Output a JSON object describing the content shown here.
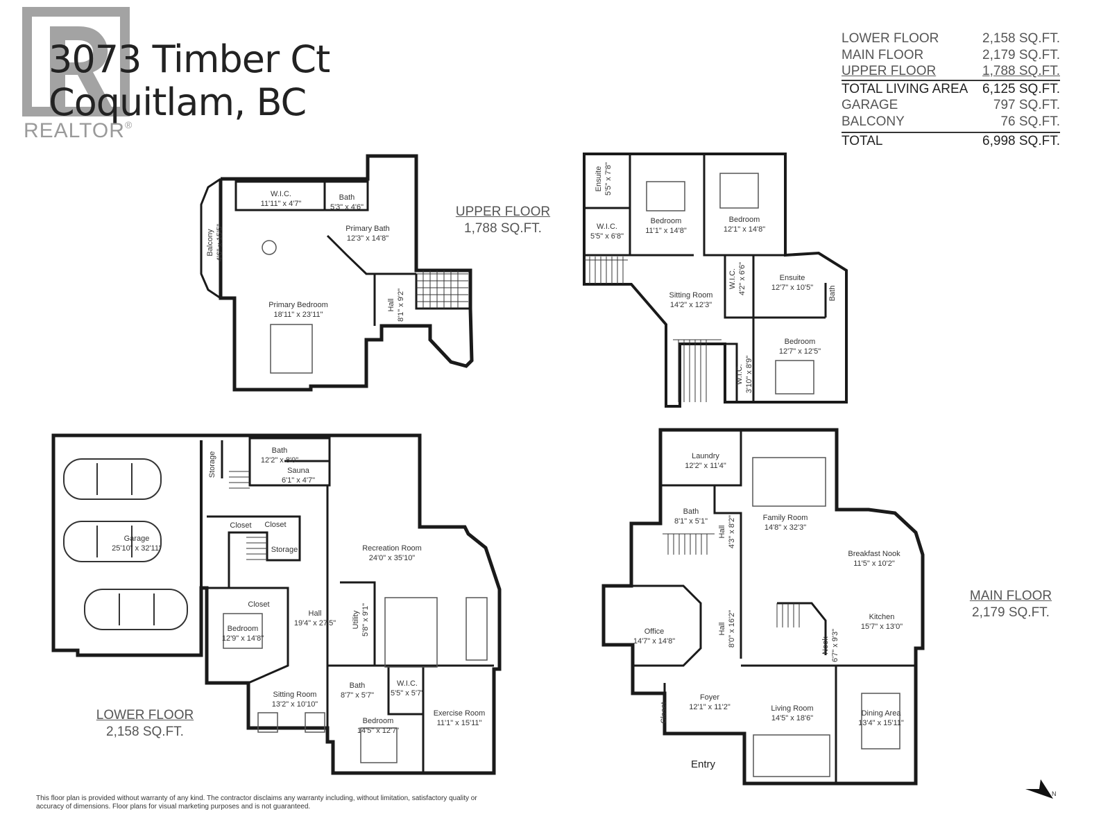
{
  "header": {
    "address_line1": "3073 Timber Ct",
    "address_line2": "Coquitlam, BC",
    "realtor_mark": "REALTOR"
  },
  "area_summary": [
    {
      "label": "LOWER FLOOR",
      "value": "2,158 SQ.FT."
    },
    {
      "label": "MAIN FLOOR",
      "value": "2,179 SQ.FT."
    },
    {
      "label": "UPPER FLOOR",
      "value": "1,788 SQ.FT."
    },
    {
      "label": "TOTAL LIVING AREA",
      "value": "6,125 SQ.FT."
    },
    {
      "label": "GARAGE",
      "value": "797 SQ.FT."
    },
    {
      "label": "BALCONY",
      "value": "76 SQ.FT."
    },
    {
      "label": "TOTAL",
      "value": "6,998 SQ.FT."
    }
  ],
  "floor_labels": {
    "upper": {
      "name": "UPPER  FLOOR",
      "area": "1,788 SQ.FT."
    },
    "lower": {
      "name": "LOWER FLOOR",
      "area": "2,158 SQ.FT."
    },
    "main": {
      "name": "MAIN FLOOR",
      "area": "2,179 SQ.FT."
    }
  },
  "rooms": {
    "upper_left": [
      {
        "name": "W.I.C.",
        "dim": "11'11\" x 4'7\""
      },
      {
        "name": "Bath",
        "dim": "5'3\" x 4'6\""
      },
      {
        "name": "Primary Bath",
        "dim": "12'3\" x 14'8\""
      },
      {
        "name": "Balcony",
        "dim": "4'6\" x 15'5\""
      },
      {
        "name": "Primary Bedroom",
        "dim": "18'11\" x 23'11\""
      },
      {
        "name": "Hall",
        "dim": "8'1\" x 9'2\""
      }
    ],
    "upper_right": [
      {
        "name": "Ensuite",
        "dim": "5'5\" x 7'8\""
      },
      {
        "name": "W.I.C.",
        "dim": "5'5\" x 6'8\""
      },
      {
        "name": "Bedroom",
        "dim": "11'1\" x 14'8\""
      },
      {
        "name": "Bedroom",
        "dim": "12'1\" x 14'8\""
      },
      {
        "name": "W.I.C.",
        "dim": "4'2\" x 6'6\""
      },
      {
        "name": "Ensuite",
        "dim": "12'7\" x 10'5\""
      },
      {
        "name": "Bath",
        "dim": ""
      },
      {
        "name": "Sitting Room",
        "dim": "14'2\" x 12'3\""
      },
      {
        "name": "Bedroom",
        "dim": "12'7\" x 12'5\""
      },
      {
        "name": "W.I.C.",
        "dim": "3'10\" x 8'9\""
      }
    ],
    "lower": [
      {
        "name": "Storage",
        "dim": ""
      },
      {
        "name": "Bath",
        "dim": "12'2\" x 8'0\""
      },
      {
        "name": "Sauna",
        "dim": "6'1\" x 4'7\""
      },
      {
        "name": "Closet",
        "dim": ""
      },
      {
        "name": "Closet",
        "dim": ""
      },
      {
        "name": "Storage",
        "dim": ""
      },
      {
        "name": "Garage",
        "dim": "25'10\" x 32'11\""
      },
      {
        "name": "Recreation Room",
        "dim": "24'0\" x 35'10\""
      },
      {
        "name": "Closet",
        "dim": ""
      },
      {
        "name": "Hall",
        "dim": "19'4\" x 27'5\""
      },
      {
        "name": "Utility",
        "dim": "5'8\" x 9'1\""
      },
      {
        "name": "Bedroom",
        "dim": "12'9\" x 14'8\""
      },
      {
        "name": "Bath",
        "dim": "8'7\" x 5'7\""
      },
      {
        "name": "W.I.C.",
        "dim": "5'5\" x 5'7\""
      },
      {
        "name": "Sitting Room",
        "dim": "13'2\" x 10'10\""
      },
      {
        "name": "Exercise Room",
        "dim": "11'1\" x 15'11\""
      },
      {
        "name": "Bedroom",
        "dim": "14'5\" x 12'7\""
      }
    ],
    "main": [
      {
        "name": "Laundry",
        "dim": "12'2\" x 11'4\""
      },
      {
        "name": "Bath",
        "dim": "8'1\" x 5'1\""
      },
      {
        "name": "Hall",
        "dim": "4'3\" x 8'2\""
      },
      {
        "name": "Family Room",
        "dim": "14'8\" x 32'3\""
      },
      {
        "name": "Breakfast Nook",
        "dim": "11'5\" x 10'2\""
      },
      {
        "name": "Office",
        "dim": "14'7\" x 14'8\""
      },
      {
        "name": "Hall",
        "dim": "8'0\" x 16'2\""
      },
      {
        "name": "Nook",
        "dim": "6'7\" x 9'3\""
      },
      {
        "name": "Kitchen",
        "dim": "15'7\" x 13'0\""
      },
      {
        "name": "Closet",
        "dim": ""
      },
      {
        "name": "Foyer",
        "dim": "12'1\" x 11'2\""
      },
      {
        "name": "Living Room",
        "dim": "14'5\" x 18'6\""
      },
      {
        "name": "Dining Area",
        "dim": "13'4\" x 15'11\""
      }
    ]
  },
  "entry_label": "Entry",
  "compass_label": "N",
  "footnote": "This floor plan is provided without warranty of any kind. The contractor disclaims any warranty including, without limitation, satisfactory quality or accuracy of dimensions. Floor plans for visual marketing purposes and is not guaranteed.",
  "colors": {
    "wall": "#1a1a1a",
    "text": "#333333",
    "logo": "#9a9a9a"
  }
}
